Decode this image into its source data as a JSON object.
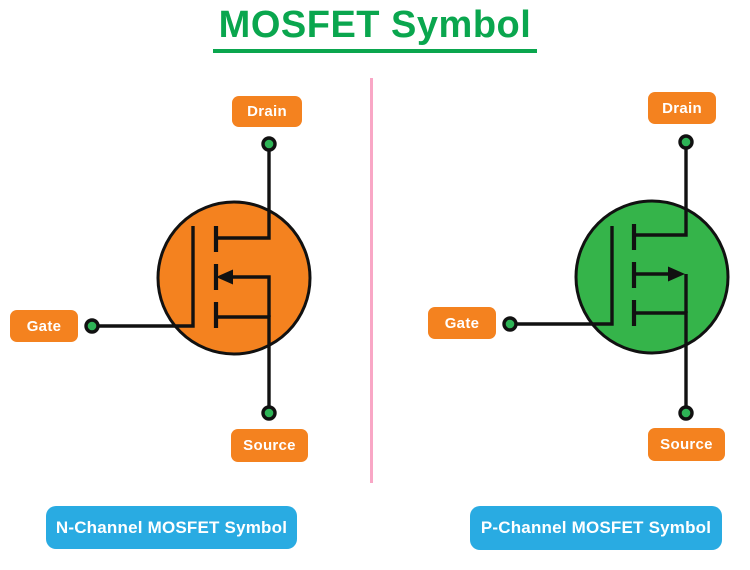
{
  "title": "MOSFET Symbol",
  "n_channel": {
    "drain_label": "Drain",
    "gate_label": "Gate",
    "source_label": "Source",
    "caption": "N-Channel MOSFET Symbol",
    "arrow_direction": "left-inward"
  },
  "p_channel": {
    "drain_label": "Drain",
    "gate_label": "Gate",
    "source_label": "Source",
    "caption": "P-Channel MOSFET Symbol",
    "arrow_direction": "right-outward"
  },
  "colors": {
    "title_green": "#0aa64e",
    "label_orange": "#f4821f",
    "n_body_orange": "#f4821f",
    "p_body_green": "#35b44a",
    "terminal_dot_green": "#2eb456",
    "caption_blue": "#29abe2",
    "divider_pink": "#f9a7c6",
    "line_black": "#111111"
  }
}
